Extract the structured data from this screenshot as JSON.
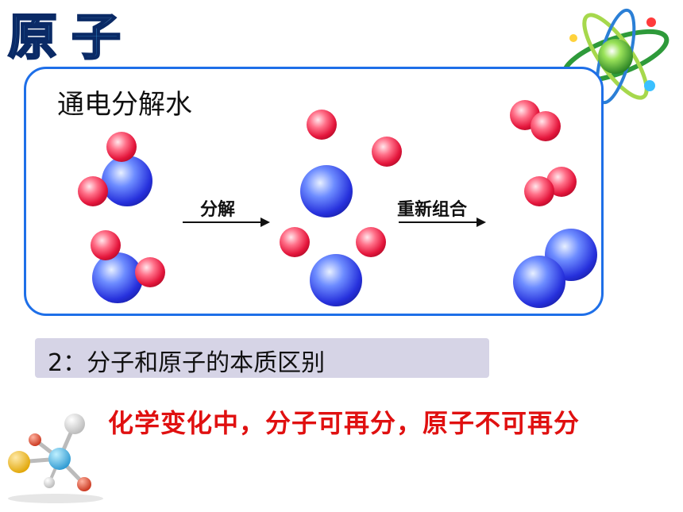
{
  "title": "原子",
  "panel": {
    "heading": "通电分解水",
    "decompose_label": "分解",
    "recombine_label": "重新组合"
  },
  "section": {
    "heading": "2：分子和原子的本质区别"
  },
  "conclusion": "化学变化中，分子可再分，原子不可再分",
  "colors": {
    "panel_border": "#1e6fe8",
    "conclusion_text": "#e01010",
    "section_bar": "#d6d4e6",
    "oxygen_atom": "#e4163c",
    "hydrogen_atom": "#2630dc"
  },
  "icons": [
    "atom-orbit-icon",
    "molecule-model-icon"
  ]
}
